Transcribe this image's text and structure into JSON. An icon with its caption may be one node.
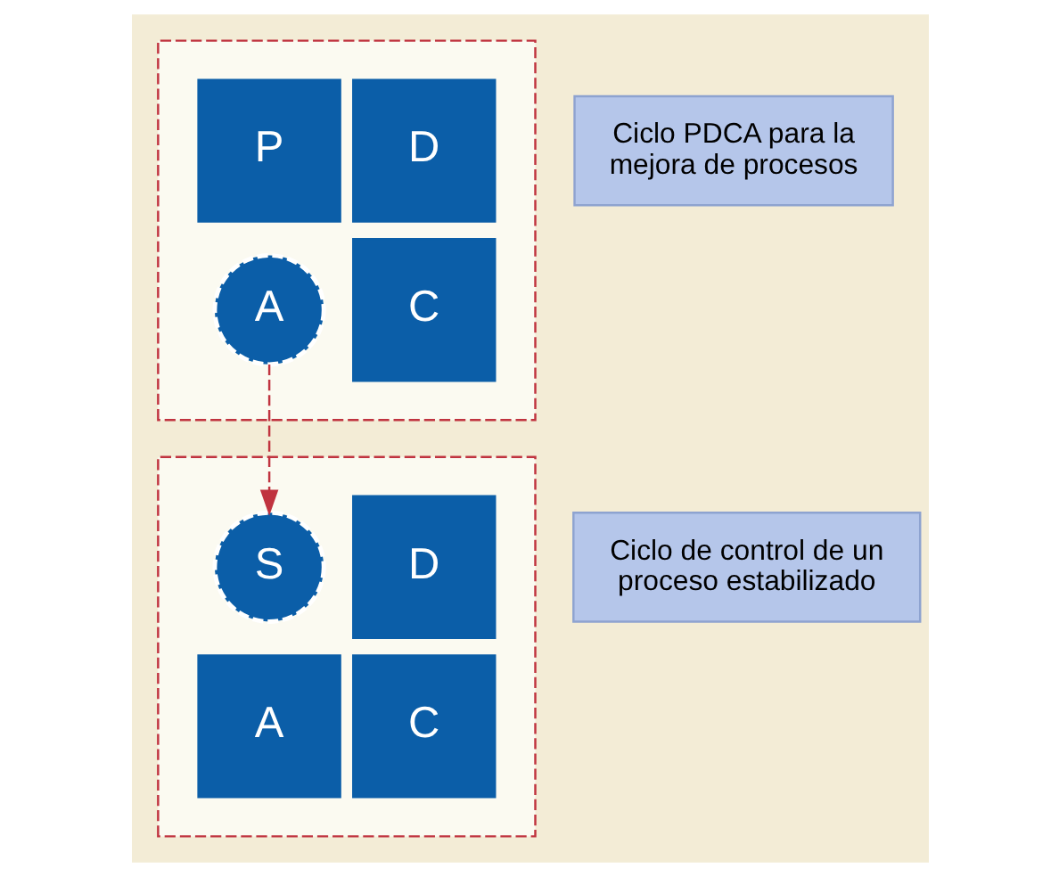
{
  "diagram": {
    "nodes": [
      {
        "text": [],
        "shape": "box"
      },
      {
        "text": [
          "P"
        ],
        "in": 0
      },
      {
        "text": [
          "D"
        ],
        "in": 0
      },
      {
        "text": [
          "A"
        ],
        "in": 0
      },
      {
        "text": [
          "C"
        ],
        "in": 0
      },
      {
        "text": [
          "Ciclo PDCA para la mejora de procesos"
        ]
      },
      {
        "text": [],
        "shape": "box"
      },
      {
        "text": [
          "S"
        ],
        "in": 6
      },
      {
        "text": [
          "D"
        ],
        "in": 6
      },
      {
        "text": [
          "A"
        ],
        "in": 6
      },
      {
        "text": [
          "C"
        ],
        "in": 6
      },
      {
        "text": [
          "Ciclo de control de un proceso estabilizado"
        ]
      }
    ],
    "edges": [
      {
        "from": 3,
        "to": 7,
        "arrow": "to",
        "style": "dashed",
        "color": "#c0333f"
      }
    ]
  }
}
